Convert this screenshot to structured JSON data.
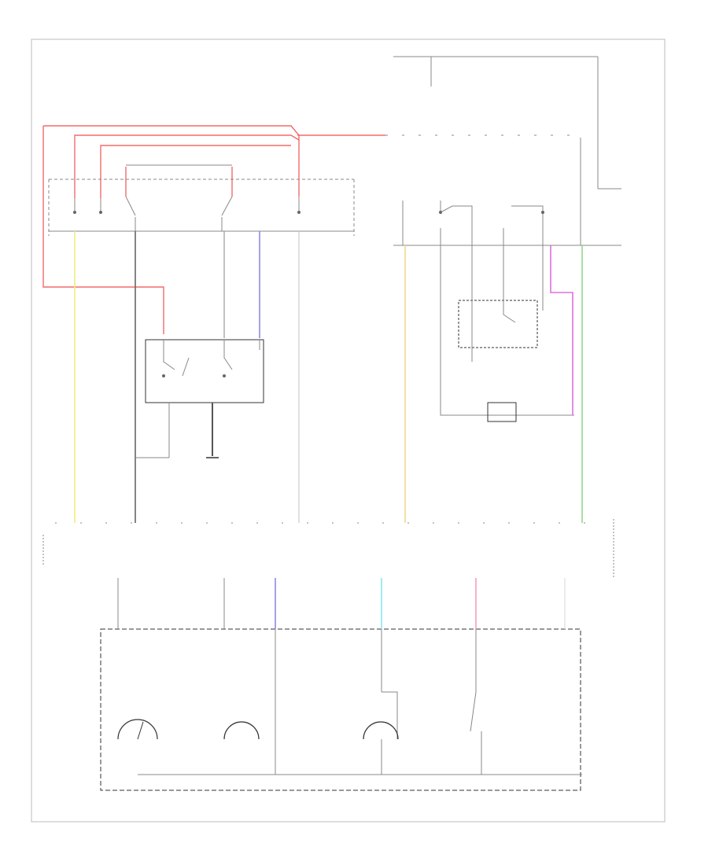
{
  "diagram": {
    "footer_ref": "",
    "labels": [],
    "colors": {
      "red": "#f26b6b",
      "yellow": "#f2ee7a",
      "blue": "#8a8ae6",
      "tan": "#efd98a",
      "pink": "#e070e0",
      "green": "#8fd98f",
      "cyan": "#88e6ee",
      "light_pink": "#f59ec0",
      "black": "#666666"
    },
    "components": [
      "relay-board-left",
      "relay-board-right",
      "switch-module",
      "timer-module",
      "instrument-cluster",
      "ground-bus"
    ]
  }
}
